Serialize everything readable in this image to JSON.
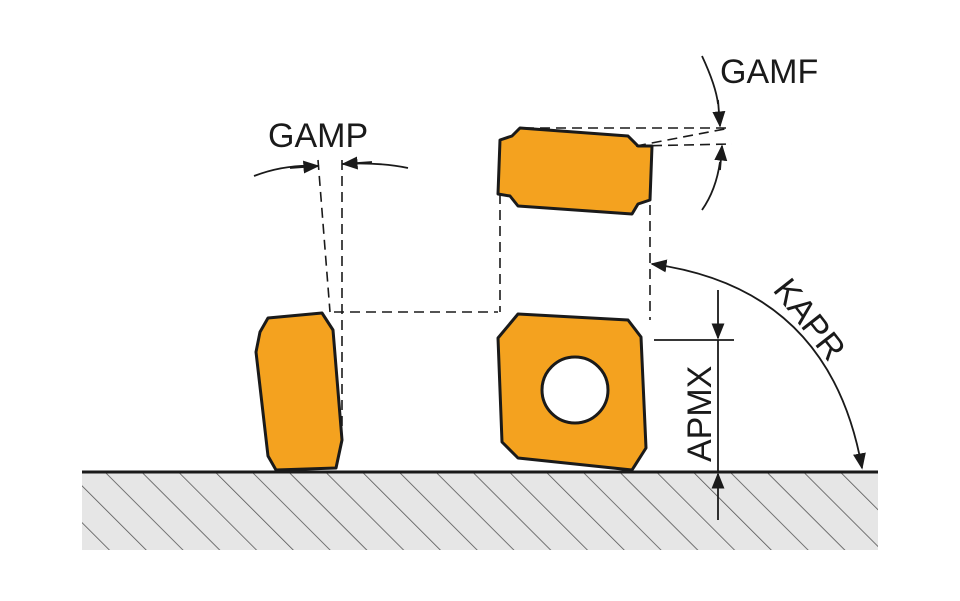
{
  "labels": {
    "gamp": "GAMP",
    "gamf": "GAMF",
    "kapr": "KAPR",
    "apmx": "APMX"
  },
  "colors": {
    "insert_fill": "#F4A21F",
    "outline": "#1a1a1a",
    "hatch_bg": "#E6E6E6",
    "hole_fill": "#ffffff"
  }
}
